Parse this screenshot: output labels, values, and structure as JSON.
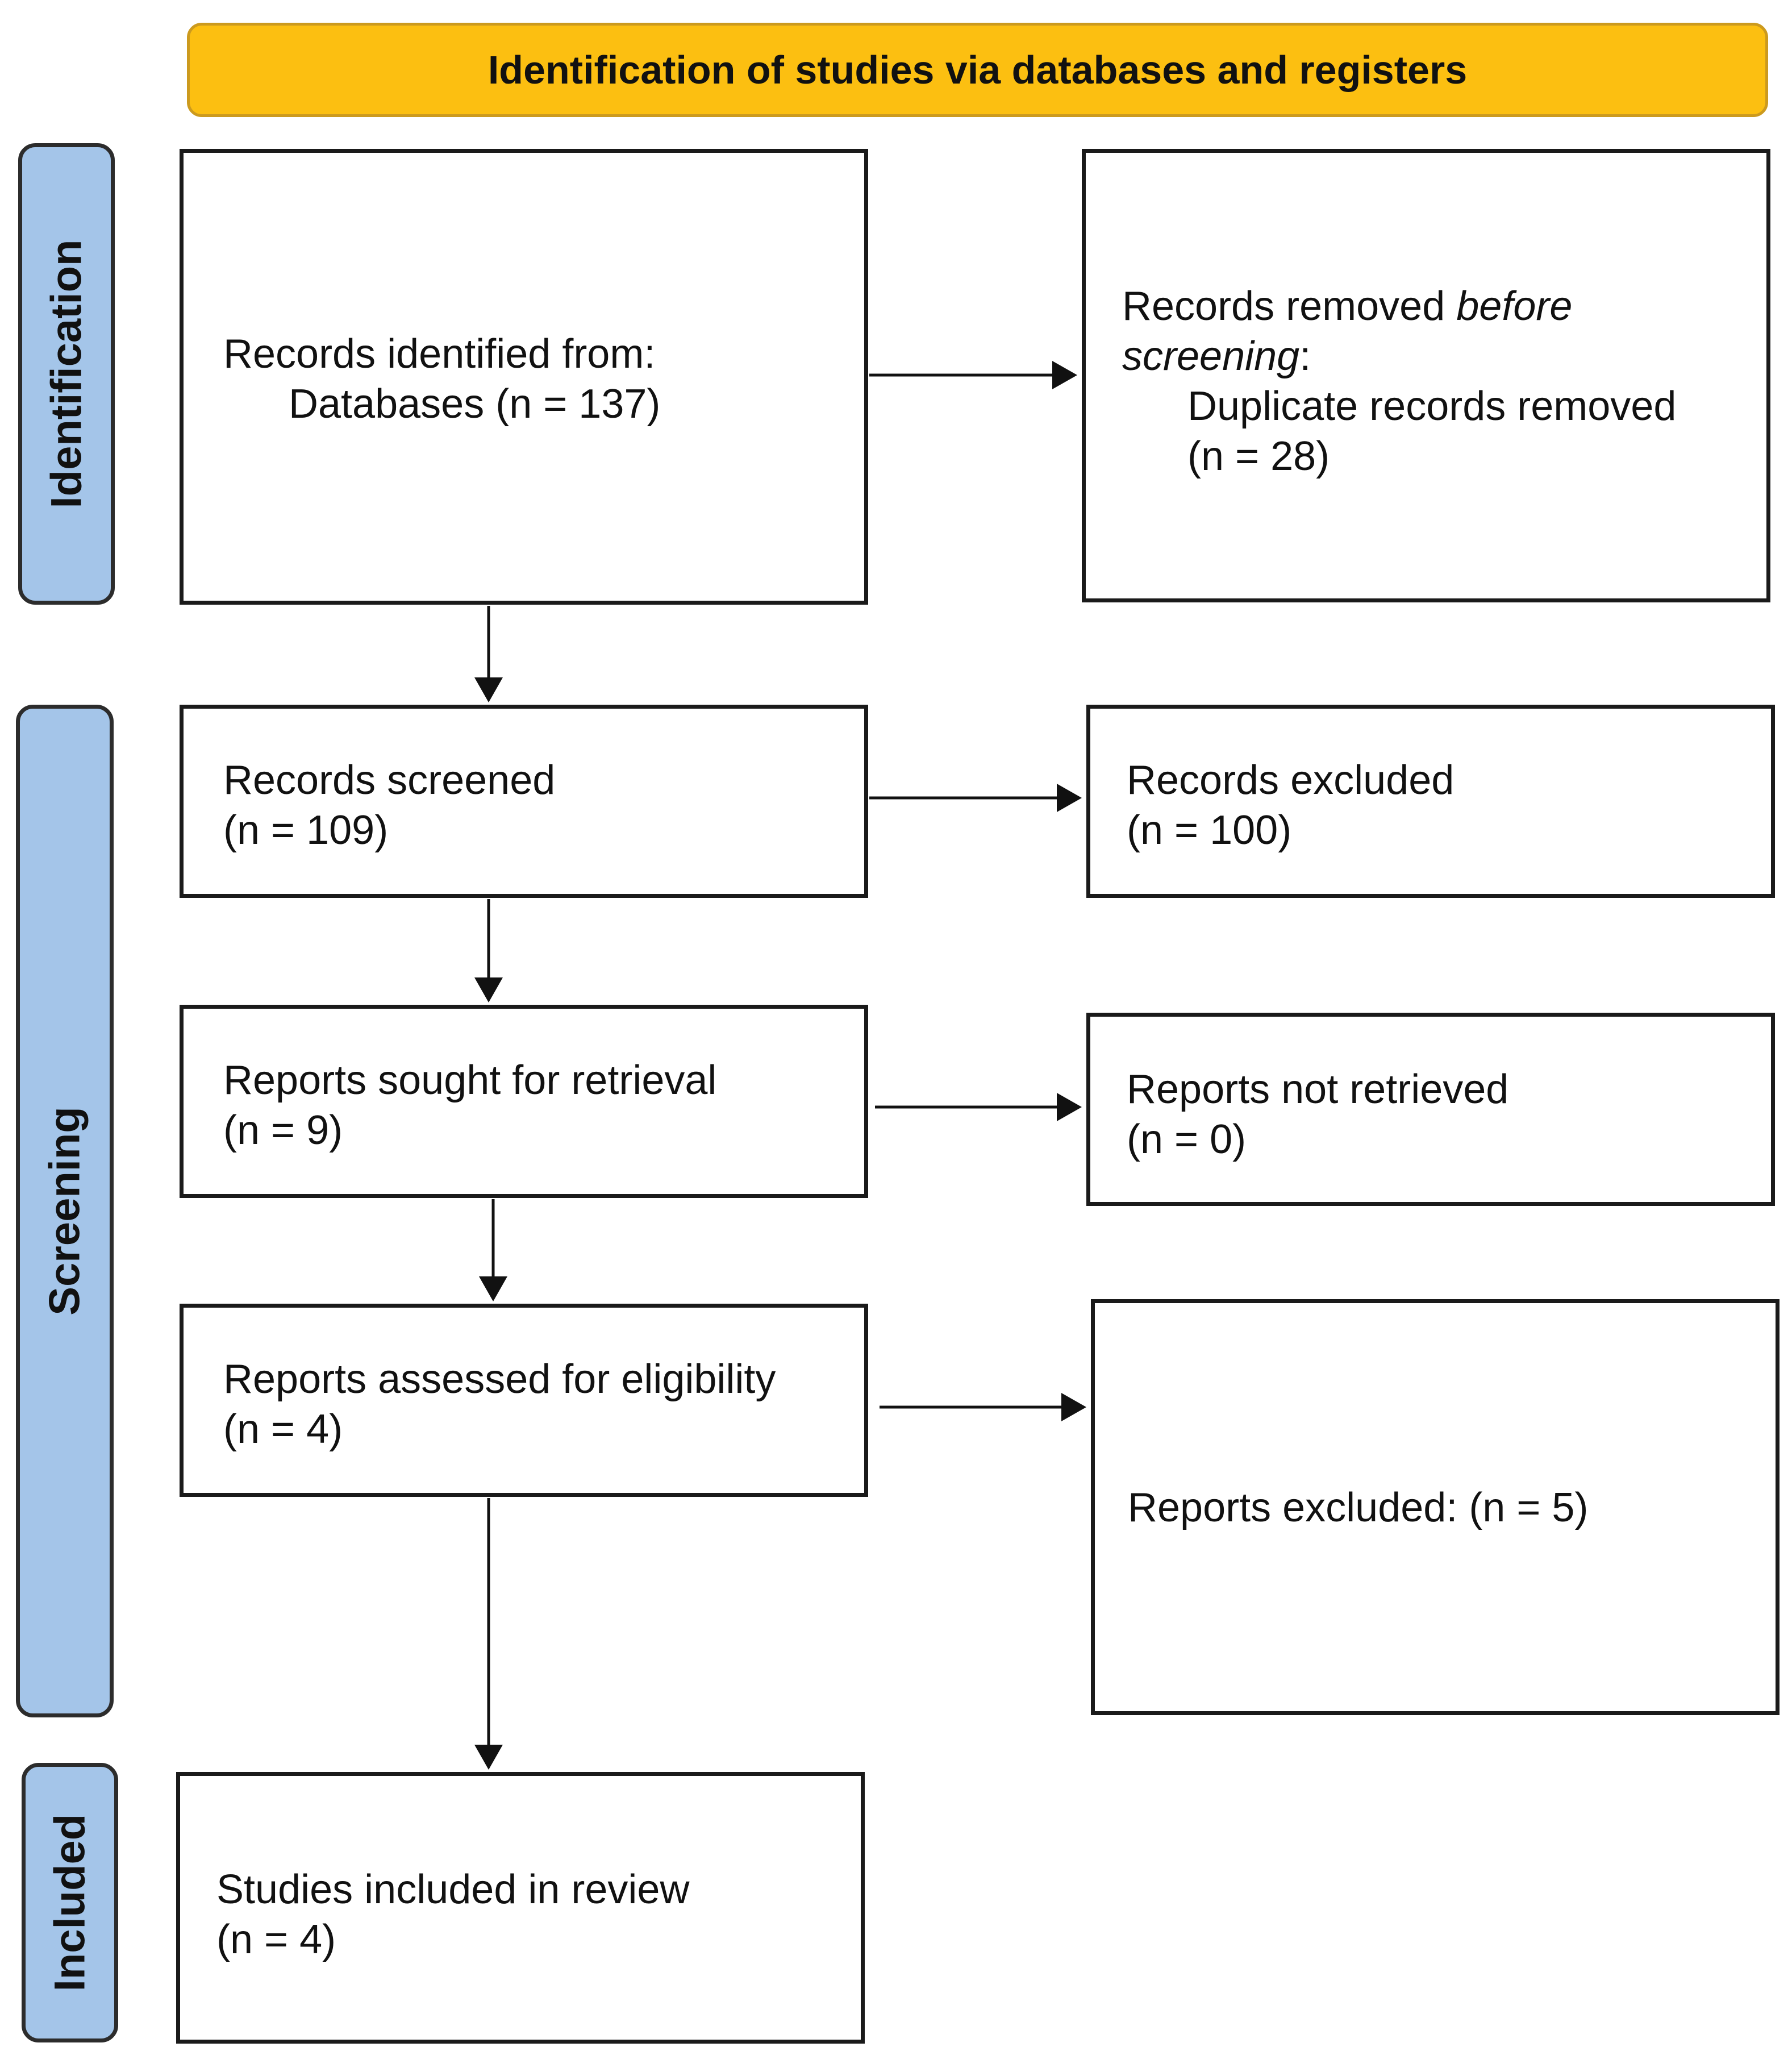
{
  "header": {
    "title": "Identification of studies via databases and registers"
  },
  "phases": {
    "identification": "Identification",
    "screening": "Screening",
    "included": "Included"
  },
  "boxes": {
    "records_identified": {
      "line1": "Records identified from:",
      "line2": "Databases (n = 137)"
    },
    "records_removed": {
      "line1_prefix": "Records removed ",
      "line1_emph": "before",
      "line2_emph": "screening",
      "line2_suffix": ":",
      "line3": "Duplicate records removed",
      "line4": "(n = 28)"
    },
    "records_screened": {
      "line1": "Records screened",
      "line2": "(n = 109)"
    },
    "records_excluded": {
      "line1": "Records excluded",
      "line2": "(n = 100)"
    },
    "reports_sought": {
      "line1": "Reports sought for retrieval",
      "line2": "(n = 9)"
    },
    "reports_not_retrieved": {
      "line1": "Reports not retrieved",
      "line2": "(n = 0)"
    },
    "reports_assessed": {
      "line1": "Reports assessed for eligibility",
      "line2": "(n = 4)"
    },
    "reports_excluded": {
      "line1": "Reports excluded: (n = 5)"
    },
    "studies_included": {
      "line1": "Studies included in review",
      "line2": "(n = 4)"
    }
  },
  "colors": {
    "header_fill": "#fcbf11",
    "phase_fill": "#a4c5e9",
    "stroke": "#1a1a1a"
  }
}
